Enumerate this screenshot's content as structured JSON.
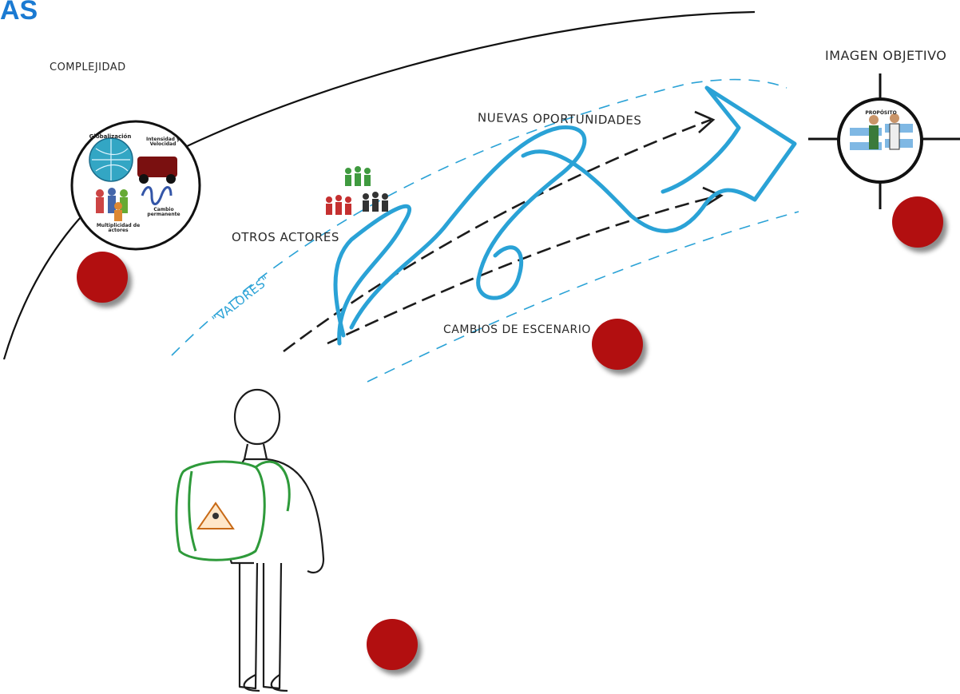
{
  "header": {
    "title_fragment": "AS",
    "accent_color": "#1a7ad2"
  },
  "labels": {
    "complejidad": "COMPLEJIDAD",
    "imagen_objetivo": "IMAGEN OBJETIVO",
    "nuevas_oportunidades": "NUEVAS OPORTUNIDADES",
    "otros_actores": "OTROS ACTORES",
    "valores": "\"VALORES\"",
    "cambios_escenario": "CAMBIOS DE ESCENARIO"
  },
  "complexity_circle": {
    "globalizacion": "Globalización",
    "intensidad": "Intensidad y Velocidad",
    "multiplicidad": "Multiplicidad de actores",
    "cambio": "Cambio permanente"
  },
  "target_circle": {
    "caption": "PROPÓSITO"
  },
  "colors": {
    "hotspot": "#b20f10",
    "river": "#2aa2d6",
    "backpack": "#2e9a3a",
    "ink": "#1c1c1c"
  },
  "hotspots": [
    {
      "name": "hotspot-complejidad"
    },
    {
      "name": "hotspot-imagen-objetivo"
    },
    {
      "name": "hotspot-cambios-escenario"
    },
    {
      "name": "hotspot-caminante"
    }
  ]
}
